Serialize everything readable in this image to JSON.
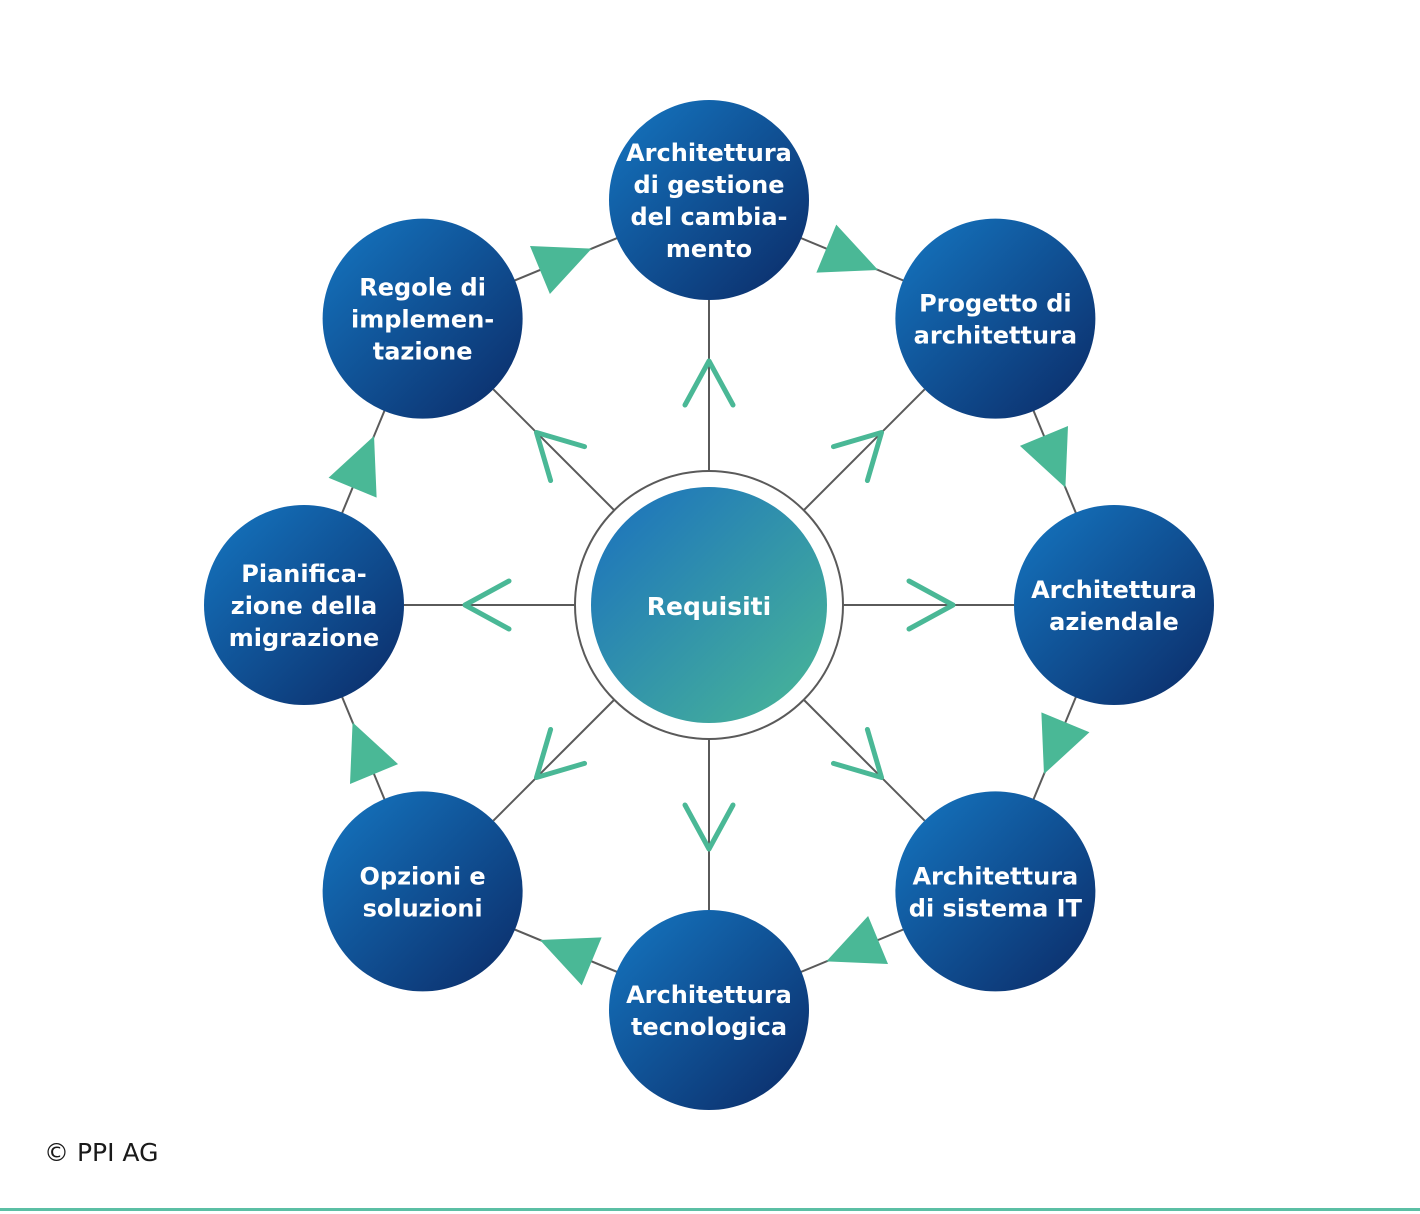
{
  "colors": {
    "node_light": "#1577c2",
    "node_dark": "#0b2a66",
    "center_light": "#1a6fbf",
    "center_green": "#4ab896",
    "accent": "#4ab896",
    "line": "#5a5a5a",
    "rule": "#5bbfa4"
  },
  "center": {
    "lines": [
      "Requisiti"
    ]
  },
  "nodes": [
    {
      "id": "change-management",
      "lines": [
        "Architettura",
        "di gestione",
        "del cambia-",
        "mento"
      ]
    },
    {
      "id": "architecture-project",
      "lines": [
        "Progetto di",
        "architettura"
      ]
    },
    {
      "id": "enterprise-architecture",
      "lines": [
        "Architettura",
        "aziendale"
      ]
    },
    {
      "id": "it-system-architecture",
      "lines": [
        "Architettura",
        "di sistema IT"
      ]
    },
    {
      "id": "technology-architecture",
      "lines": [
        "Architettura",
        "tecnologica"
      ]
    },
    {
      "id": "options-solutions",
      "lines": [
        "Opzioni e",
        "soluzioni"
      ]
    },
    {
      "id": "migration-planning",
      "lines": [
        "Pianifica-",
        "zione della",
        "migrazione"
      ]
    },
    {
      "id": "implementation-rules",
      "lines": [
        "Regole di",
        "implemen-",
        "tazione"
      ]
    }
  ],
  "copyright": "© PPI AG"
}
